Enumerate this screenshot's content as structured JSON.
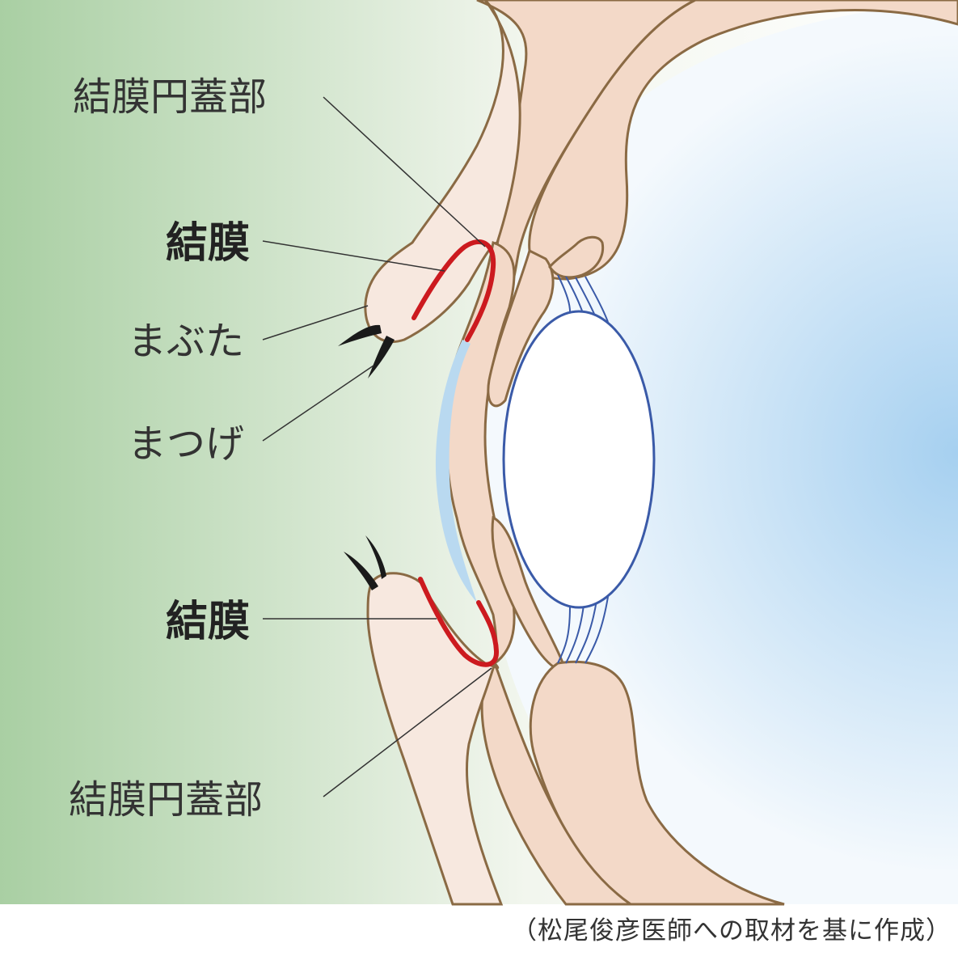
{
  "labels": {
    "fornix_upper": "結膜円蓋部",
    "conjunctiva_upper": "結膜",
    "eyelid": "まぶた",
    "eyelash": "まつげ",
    "conjunctiva_lower": "結膜",
    "fornix_lower": "結膜円蓋部"
  },
  "caption": "（松尾俊彦医師への取材を基に作成）",
  "colors": {
    "background_left": "#a9cfa3",
    "background_mid": "#f2f6ee",
    "skin": "#f3d9c8",
    "skin_outline": "#8a6a44",
    "eyelid_tissue": "#f7e8df",
    "conjunctiva": "#cc1a1f",
    "cornea_tear": "#b9d9f0",
    "eyeball": "#a6d0f0",
    "lens": "#ffffff",
    "lens_outline": "#3a5aa8",
    "eyelash": "#1a1a1a",
    "leader_line": "#333333"
  }
}
